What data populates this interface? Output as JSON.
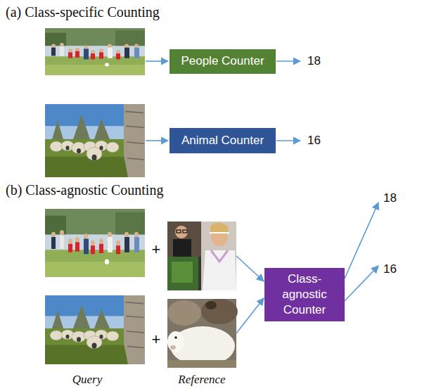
{
  "diagram": {
    "nodes": [
      {
        "text": [
          "People Counter"
        ]
      },
      {
        "text": [
          "Animal Counter"
        ]
      },
      {
        "text": [
          "Class-agnostic Counter"
        ]
      }
    ],
    "labels": [
      "(a) Class-specific Counting",
      "18",
      "16",
      "(b) Class-agnostic Counting",
      "+",
      "+",
      "18",
      "16",
      "Query",
      "Reference"
    ]
  }
}
